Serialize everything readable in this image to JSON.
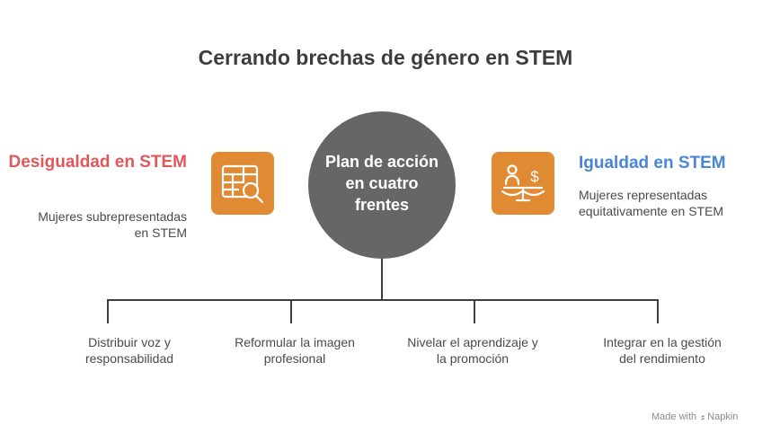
{
  "title": "Cerrando brechas de género en STEM",
  "left": {
    "heading": "Desigualdad en STEM",
    "description": "Mujeres subrepresentadas en STEM",
    "icon": "table-search-icon"
  },
  "right": {
    "heading": "Igualdad en STEM",
    "description": "Mujeres representadas equitativamente en STEM",
    "icon": "balance-scale-icon"
  },
  "center": {
    "label": "Plan de acción\nen cuatro\nfrentes"
  },
  "branches": [
    {
      "label": "Distribuir voz y\nresponsabilidad"
    },
    {
      "label": "Reformular la imagen\nprofesional"
    },
    {
      "label": "Nivelar el aprendizaje y\nla promoción"
    },
    {
      "label": "Integrar en la gestión\ndel rendimiento"
    }
  ],
  "footer": {
    "made_with": "Made with",
    "brand": "Napkin"
  },
  "colors": {
    "title": "#3d3d3d",
    "left_heading": "#e0585a",
    "right_heading": "#4a86d6",
    "icon_box": "#e08a33",
    "center_circle": "#666666",
    "connector": "#3d3d3d"
  }
}
